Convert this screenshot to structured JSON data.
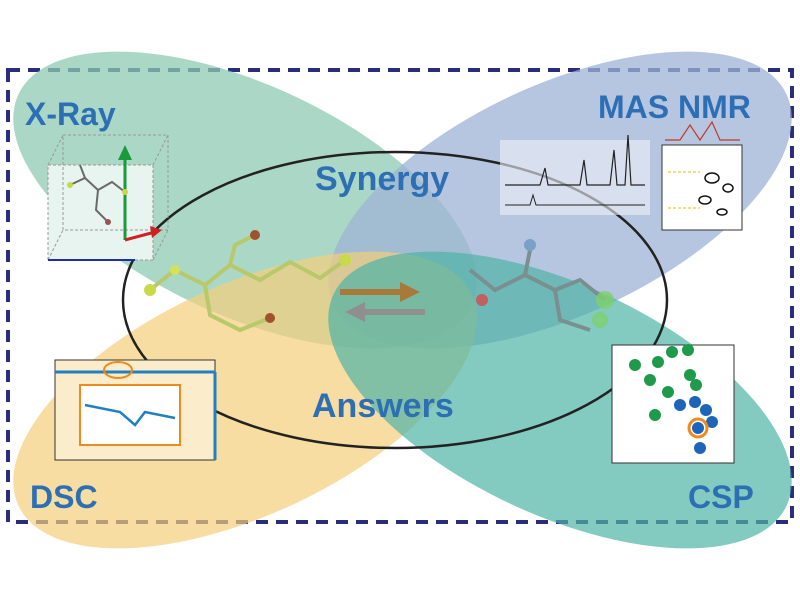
{
  "labels": {
    "xray": "X-Ray",
    "masnmr": "MAS NMR",
    "dsc": "DSC",
    "csp": "CSP",
    "synergy": "Synergy",
    "answers": "Answers"
  },
  "colors": {
    "border": "#2b2d7a",
    "label_blue": "#2d6fb5",
    "xray_fill": "#8fcbb3",
    "nmr_fill": "#9fb3d6",
    "dsc_fill": "#f3cf7a",
    "csp_fill": "#4fb3a6",
    "ring": "#222222",
    "scatter_green": "#1f9a4a",
    "scatter_blue": "#1e64b8",
    "highlight_orange": "#f08a1c"
  },
  "icons": [
    "crystal-unit-cell-icon",
    "nmr-spectrum-icon",
    "dsc-thermogram-icon",
    "csp-energy-landscape-icon",
    "molecule-ball-stick-icon",
    "exchange-arrows-icon"
  ]
}
